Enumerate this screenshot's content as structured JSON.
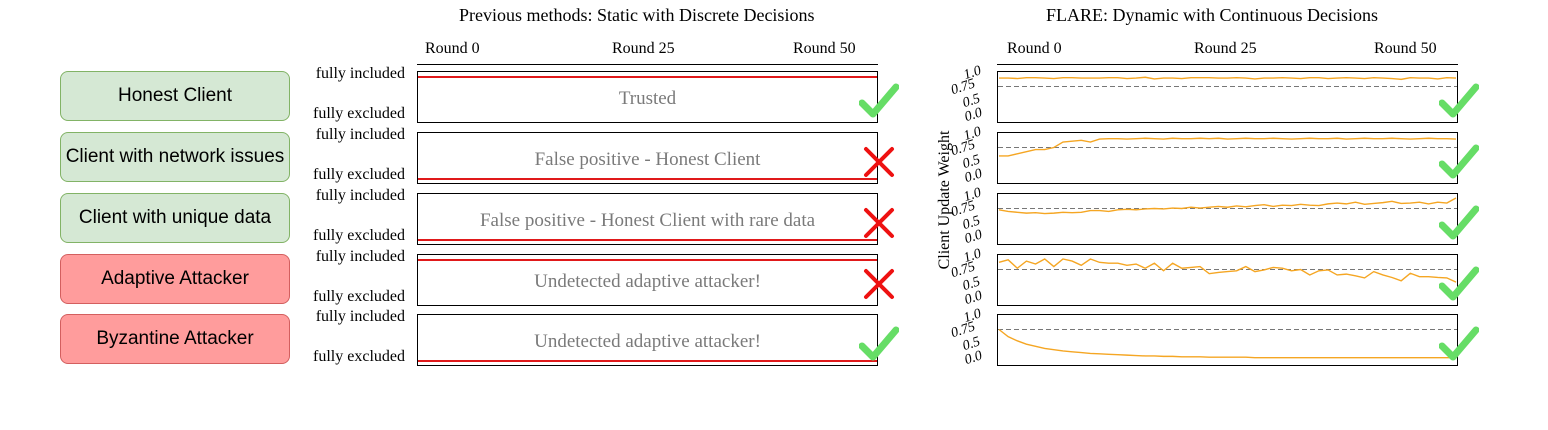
{
  "left_title": "Previous methods: Static with Discrete Decisions",
  "right_title": "FLARE: Dynamic with Continuous Decisions",
  "rounds": [
    "Round 0",
    "Round 25",
    "Round 50"
  ],
  "level_labels": {
    "top": "fully included",
    "bottom": "fully excluded"
  },
  "y_axis_label": "Client Update Weight",
  "y_ticks": [
    "1.0",
    "0.75",
    "0.5",
    "0.0"
  ],
  "colors": {
    "honest_bg": "#d5e8d4",
    "attacker_bg": "#ff9c9c",
    "decision_line": "#e0191a",
    "weight_line": "#f5a623",
    "check": "#66dd66",
    "cross": "#ee1111"
  },
  "clients": [
    {
      "name": "Honest Client",
      "kind": "honest",
      "static_decision": "included",
      "static_text": "Trusted",
      "static_mark": "check-icon",
      "flare_mark": "check-icon"
    },
    {
      "name": "Client with network issues",
      "kind": "honest",
      "static_decision": "excluded",
      "static_text": "False positive - Honest Client",
      "static_mark": "cross-icon",
      "flare_mark": "check-icon"
    },
    {
      "name": "Client with unique data",
      "kind": "honest",
      "static_decision": "excluded",
      "static_text": "False positive - Honest Client with rare data",
      "static_mark": "cross-icon",
      "flare_mark": "check-icon"
    },
    {
      "name": "Adaptive Attacker",
      "kind": "attacker",
      "static_decision": "included",
      "static_text": "Undetected adaptive attacker!",
      "static_mark": "cross-icon",
      "flare_mark": "check-icon"
    },
    {
      "name": "Byzantine Attacker",
      "kind": "attacker",
      "static_decision": "excluded",
      "static_text": "Undetected adaptive attacker!",
      "static_mark": "check-icon",
      "flare_mark": "check-icon"
    }
  ],
  "chart_data": {
    "type": "line",
    "x_range": [
      0,
      50
    ],
    "ylim": [
      0.0,
      1.0
    ],
    "threshold": 0.75,
    "series": [
      {
        "values": [
          0.95,
          0.95,
          0.94,
          0.96,
          0.96,
          0.95,
          0.94,
          0.96,
          0.96,
          0.95,
          0.95,
          0.95,
          0.96,
          0.96,
          0.94,
          0.95,
          0.97,
          0.93,
          0.95,
          0.95,
          0.94,
          0.96,
          0.96,
          0.96,
          0.95,
          0.95,
          0.96,
          0.95,
          0.93,
          0.95,
          0.95,
          0.96,
          0.95,
          0.94,
          0.96,
          0.96,
          0.94,
          0.95,
          0.96,
          0.95,
          0.94,
          0.96,
          0.95,
          0.94,
          0.92,
          0.96,
          0.95,
          0.95,
          0.93,
          0.96,
          0.95
        ]
      },
      {
        "values": [
          0.55,
          0.55,
          0.6,
          0.65,
          0.7,
          0.7,
          0.75,
          0.88,
          0.9,
          0.92,
          0.88,
          0.95,
          0.96,
          0.96,
          0.95,
          0.96,
          0.97,
          0.96,
          0.95,
          0.97,
          0.96,
          0.96,
          0.97,
          0.96,
          0.97,
          0.95,
          0.96,
          0.97,
          0.96,
          0.96,
          0.97,
          0.96,
          0.95,
          0.96,
          0.97,
          0.96,
          0.96,
          0.97,
          0.95,
          0.96,
          0.97,
          0.96,
          0.96,
          0.97,
          0.96,
          0.95,
          0.96,
          0.97,
          0.96,
          0.96,
          0.95
        ]
      },
      {
        "values": [
          0.72,
          0.68,
          0.66,
          0.64,
          0.65,
          0.63,
          0.64,
          0.66,
          0.65,
          0.66,
          0.7,
          0.7,
          0.68,
          0.72,
          0.73,
          0.72,
          0.74,
          0.75,
          0.74,
          0.76,
          0.75,
          0.78,
          0.76,
          0.78,
          0.8,
          0.78,
          0.81,
          0.79,
          0.82,
          0.84,
          0.8,
          0.83,
          0.82,
          0.85,
          0.83,
          0.82,
          0.86,
          0.88,
          0.86,
          0.9,
          0.85,
          0.87,
          0.89,
          0.92,
          0.87,
          0.88,
          0.9,
          0.86,
          0.9,
          0.88,
          1.0
        ]
      },
      {
        "values": [
          0.92,
          0.98,
          0.78,
          0.95,
          0.88,
          1.0,
          0.82,
          1.0,
          0.95,
          0.85,
          1.0,
          0.92,
          0.9,
          0.9,
          0.85,
          0.88,
          0.78,
          0.9,
          0.72,
          0.9,
          0.78,
          0.8,
          0.82,
          0.65,
          0.68,
          0.7,
          0.72,
          0.82,
          0.7,
          0.74,
          0.8,
          0.78,
          0.72,
          0.75,
          0.62,
          0.72,
          0.74,
          0.62,
          0.64,
          0.6,
          0.55,
          0.7,
          0.62,
          0.56,
          0.48,
          0.66,
          0.58,
          0.58,
          0.56,
          0.55,
          0.45
        ]
      },
      {
        "values": [
          0.75,
          0.58,
          0.48,
          0.4,
          0.35,
          0.3,
          0.27,
          0.24,
          0.22,
          0.2,
          0.18,
          0.17,
          0.16,
          0.15,
          0.14,
          0.13,
          0.12,
          0.12,
          0.11,
          0.11,
          0.1,
          0.1,
          0.1,
          0.09,
          0.09,
          0.09,
          0.09,
          0.09,
          0.08,
          0.08,
          0.08,
          0.08,
          0.08,
          0.08,
          0.08,
          0.08,
          0.08,
          0.08,
          0.08,
          0.08,
          0.08,
          0.08,
          0.08,
          0.08,
          0.08,
          0.08,
          0.08,
          0.08,
          0.08,
          0.08,
          0.08
        ]
      }
    ]
  }
}
